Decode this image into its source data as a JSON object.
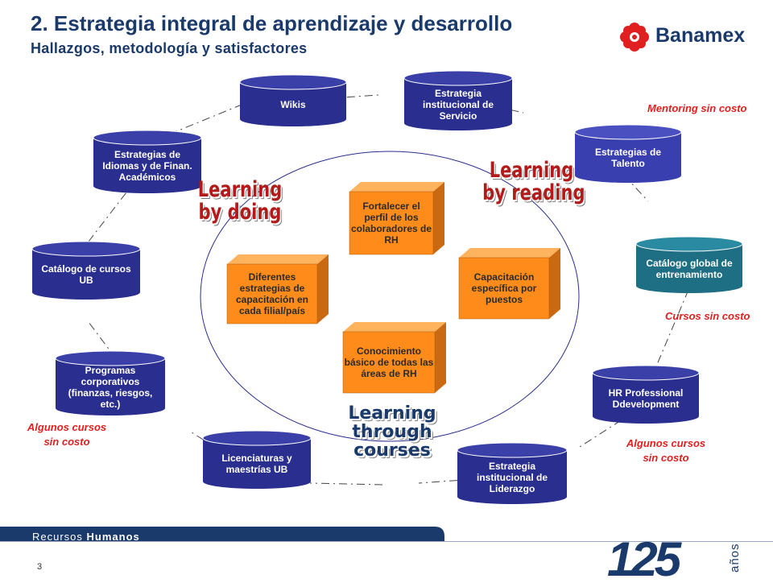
{
  "header": {
    "title": "2.  Estrategia integral de aprendizaje y desarrollo",
    "subtitle": "Hallazgos, metodología y satisfactores"
  },
  "brand": {
    "name": "Banamex",
    "color": "#e02020",
    "icon": "banamex-logo-icon"
  },
  "colors": {
    "navy": "#1a3a6b",
    "cylinder": "#2a2f8f",
    "cylinder_teal": "#1f6f84",
    "cube": "#ff8c1a",
    "accent_red": "#e02020"
  },
  "cylinders": [
    {
      "id": "wikis",
      "label": "Wikis"
    },
    {
      "id": "servicio",
      "label": "Estrategia institucional de Servicio"
    },
    {
      "id": "talento",
      "label": "Estrategias de Talento"
    },
    {
      "id": "catalogo-global",
      "label": "Catálogo global de entrenamiento"
    },
    {
      "id": "hr-professional",
      "label": "HR Professional Ddevelopment"
    },
    {
      "id": "liderazgo",
      "label": "Estrategia institucional de Liderazgo"
    },
    {
      "id": "licenciaturas",
      "label": "Licenciaturas y maestrías UB"
    },
    {
      "id": "programas",
      "label": "Programas corporativos (finanzas, riesgos, etc.)"
    },
    {
      "id": "catalogo-ub",
      "label": "Catálogo de cursos UB"
    },
    {
      "id": "idiomas",
      "label": "Estrategias de Idiomas y de Finan. Académicos"
    }
  ],
  "cubes": [
    {
      "id": "fortalecer",
      "label": "Fortalecer el perfil de los colaboradores de RH"
    },
    {
      "id": "diferentes",
      "label": "Diferentes estrategias de capacitación en cada filial/país"
    },
    {
      "id": "capacitacion",
      "label": "Capacitación específica por puestos"
    },
    {
      "id": "conocimiento",
      "label": "Conocimiento básico de todas las áreas de RH"
    }
  ],
  "learning": {
    "doing": [
      "Learning",
      "by doing"
    ],
    "reading": [
      "Learning",
      "by reading"
    ],
    "courses": [
      "Learning",
      "through",
      "courses"
    ]
  },
  "notes": {
    "mentoring": "Mentoring sin costo",
    "cursos": "Cursos sin costo",
    "algunos_left": [
      "Algunos cursos",
      "sin costo"
    ],
    "algunos_right": [
      "Algunos cursos",
      "sin costo"
    ]
  },
  "footer": {
    "area_light": "Recursos",
    "area_bold": "Humanos",
    "page_number": "3",
    "anniversary_number": "125",
    "anniversary_word": "años"
  }
}
